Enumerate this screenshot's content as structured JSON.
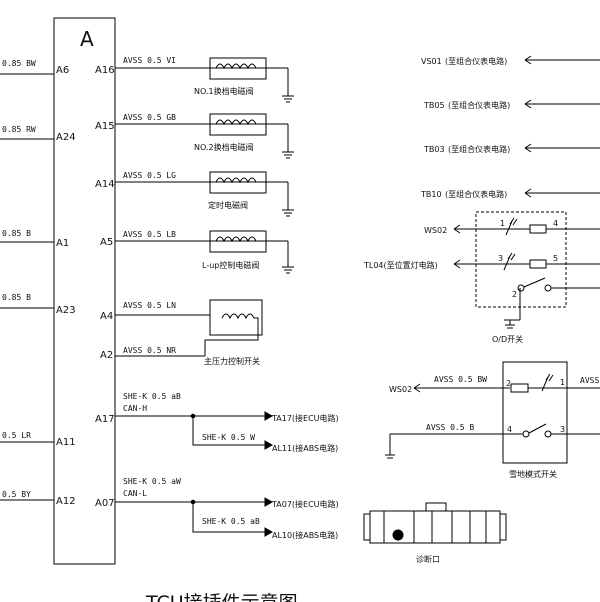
{
  "connector": {
    "letter": "A",
    "left_pins": [
      {
        "wire": "0.85 BW",
        "pin": "A6"
      },
      {
        "wire": "0.85 RW",
        "pin": "A24"
      },
      {
        "wire": "0.85 B",
        "pin": "A1"
      },
      {
        "wire": "0.85 B",
        "pin": "A23"
      },
      {
        "wire": "0.5 LR",
        "pin": "A11"
      },
      {
        "wire": "0.5 BY",
        "pin": "A12"
      }
    ],
    "right_pins": [
      {
        "pin": "A16",
        "wire": "AVSS 0.5 VI",
        "label": "NO.1换档电磁阀"
      },
      {
        "pin": "A15",
        "wire": "AVSS 0.5 GB",
        "label": "NO.2换档电磁阀"
      },
      {
        "pin": "A14",
        "wire": "AVSS 0.5 LG",
        "label": "定时电磁阀"
      },
      {
        "pin": "A5",
        "wire": "AVSS 0.5 LB",
        "label": "L-up控制电磁阀"
      },
      {
        "pin": "A4",
        "wire": "AVSS 0.5 LN",
        "label": ""
      },
      {
        "pin": "A2",
        "wire": "AVSS 0.5 NR",
        "label": "主压力控制开关"
      }
    ],
    "can_h": {
      "pin": "A17",
      "wire1": "SHE-K 0.5 aB",
      "wire2": "CAN-H",
      "branch_wire": "SHE-K 0.5 W",
      "dest1": "TA17(接ECU电路)",
      "dest2": "AL11(接ABS电路)"
    },
    "can_l": {
      "pin": "A07",
      "wire1": "SHE-K 0.5 aW",
      "wire2": "CAN-L",
      "branch_wire": "SHE-K 0.5 aB",
      "dest1": "TA07(接ECU电路)",
      "dest2": "AL10(接ABS电路)"
    }
  },
  "signals": [
    {
      "code": "VS01",
      "text": "(至组合仪表电路)"
    },
    {
      "code": "TB05",
      "text": "(至组合仪表电路)"
    },
    {
      "code": "TB03",
      "text": "(至组合仪表电路)"
    },
    {
      "code": "TB10",
      "text": "(至组合仪表电路)"
    }
  ],
  "od_switch": {
    "ws": "WS02",
    "tl": "TL04(至位置灯电路)",
    "pins": [
      "1",
      "4",
      "3",
      "5",
      "2"
    ],
    "label": "O/D开关"
  },
  "snow_switch": {
    "ws": "WS02",
    "wire_top": "AVSS 0.5 BW",
    "wire_top2": "AVSS",
    "wire_bottom": "AVSS 0.5 B",
    "pins": [
      "2",
      "1",
      "4",
      "3"
    ],
    "label": "雪地模式开关"
  },
  "diag_label": "诊断口",
  "title": "TCU接插件示意图"
}
